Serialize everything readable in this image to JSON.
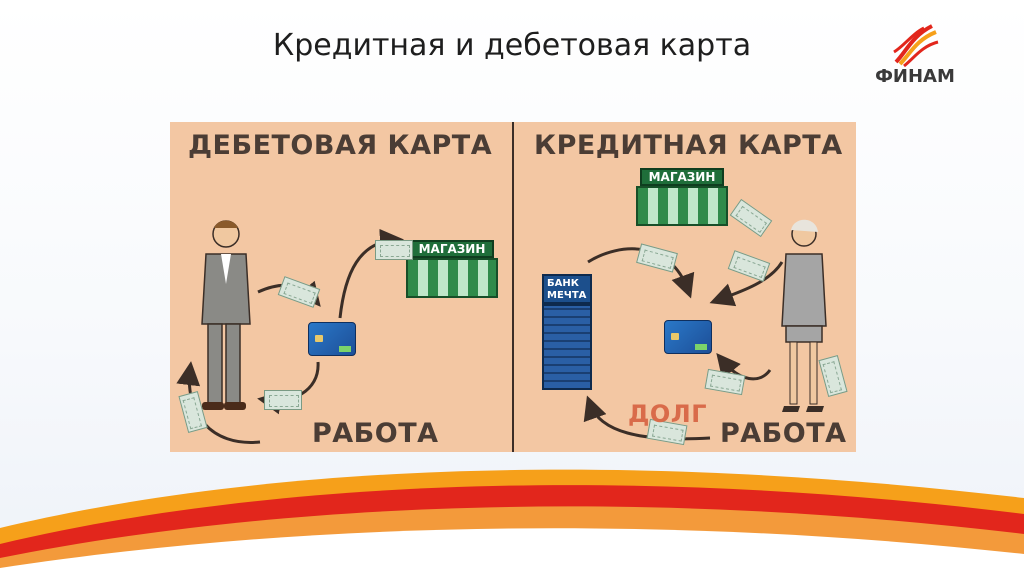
{
  "slide": {
    "title": "Кредитная и дебетовая карта"
  },
  "logo": {
    "text": "ФИНАМ"
  },
  "illustration": {
    "debit": {
      "heading": "ДЕБЕТОВАЯ КАРТА",
      "shop_label": "МАГАЗИН",
      "work_label": "РАБОТА"
    },
    "credit": {
      "heading": "КРЕДИТНАЯ КАРТА",
      "shop_label": "МАГАЗИН",
      "bank_label": "БАНК МЕЧТА",
      "debt_label": "ДОЛГ",
      "work_label": "РАБОТА"
    }
  },
  "colors": {
    "panel_bg": "#f3c7a3",
    "accent_red": "#e2261c",
    "accent_orange": "#f6a01a"
  }
}
